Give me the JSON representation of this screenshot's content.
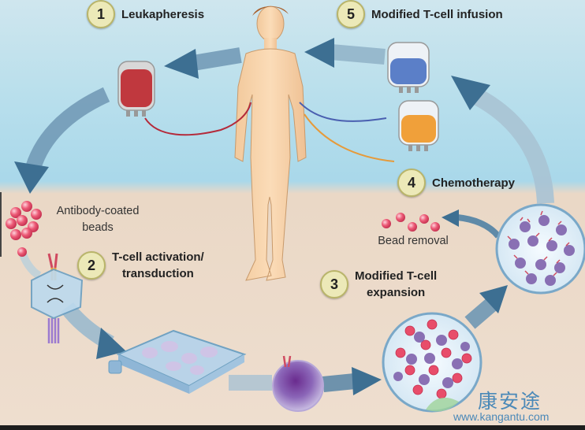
{
  "steps": [
    {
      "number": "1",
      "label": "Leukapheresis"
    },
    {
      "number": "2",
      "label_line1": "T-cell activation/",
      "label_line2": "transduction"
    },
    {
      "number": "3",
      "label_line1": "Modified T-cell",
      "label_line2": "expansion"
    },
    {
      "number": "4",
      "label": "Chemotherapy"
    },
    {
      "number": "5",
      "label": "Modified T-cell infusion"
    }
  ],
  "labels": {
    "beads_line1": "Antibody-coated",
    "beads_line2": "beads",
    "bead_removal": "Bead removal"
  },
  "watermark": {
    "chinese": "康安途",
    "url": "www.kangantu.com"
  },
  "colors": {
    "sky": "#a9d8ea",
    "ground": "#eedecf",
    "arrow": "#3d6f92",
    "blood_bag": "#c0383e",
    "infusion_bag": "#5b7fc8",
    "chemo_bag": "#f0a03a",
    "bead": "#e84d6a",
    "cell": "#7a5aa8",
    "step_badge": "#ece9b8"
  },
  "icons": [
    "human-figure-icon",
    "blood-bag-icon",
    "infusion-bag-icon",
    "chemo-bag-icon",
    "bead-cluster-icon",
    "culture-flask-icon",
    "t-cell-icon",
    "magnified-cells-icon",
    "receptor-icon",
    "hexagon-crystal-icon"
  ]
}
